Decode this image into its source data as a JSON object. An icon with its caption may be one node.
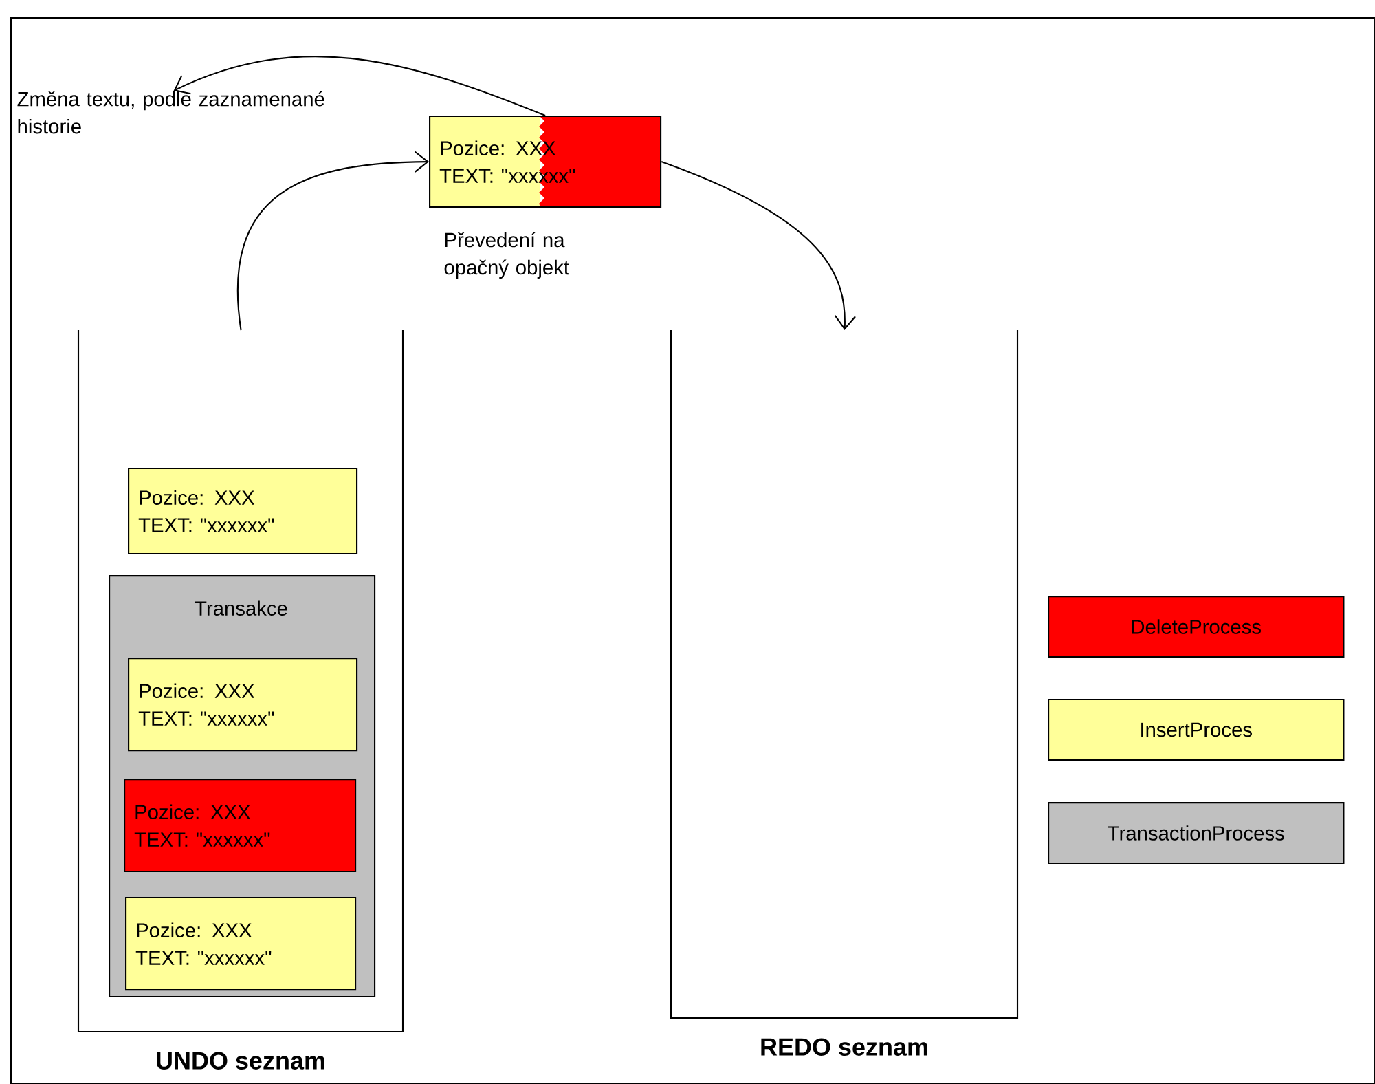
{
  "diagram": {
    "nodes": [
      {
        "text": [
          "UNDO seznam"
        ]
      },
      {
        "text": [
          "Pozice: XXX",
          "TEXT: \"xxxxxx\""
        ],
        "in": 0
      },
      {
        "text": [
          "Transakce"
        ],
        "in": 0
      },
      {
        "text": [
          "Pozice: XXX",
          "TEXT: \"xxxxxx\""
        ],
        "in": 2
      },
      {
        "text": [
          "Pozice: XXX",
          "TEXT: \"xxxxxx\""
        ],
        "in": 2
      },
      {
        "text": [
          "Pozice: XXX",
          "TEXT: \"xxxxxx\""
        ],
        "in": 2
      },
      {
        "text": [
          "REDO seznam"
        ]
      },
      {
        "text": [
          "Pozice: XXX",
          "TEXT: \"xxxxxx\""
        ],
        "beside": [
          "Převedení na opačný objekt"
        ]
      },
      {
        "text": [
          "Změna textu, podle zaznamenané historie"
        ]
      }
    ],
    "edges": [
      {
        "from": 0,
        "to": 7,
        "arrow": "to"
      },
      {
        "from": 7,
        "to": 6,
        "arrow": "to"
      },
      {
        "from": 7,
        "to": 8,
        "arrow": "to"
      }
    ],
    "legend": [
      {
        "text": "DeleteProcess",
        "color": "#ff0000"
      },
      {
        "text": "InsertProces",
        "color": "#ffff99"
      },
      {
        "text": "TransactionProcess",
        "color": "#c0c0c0"
      }
    ]
  }
}
